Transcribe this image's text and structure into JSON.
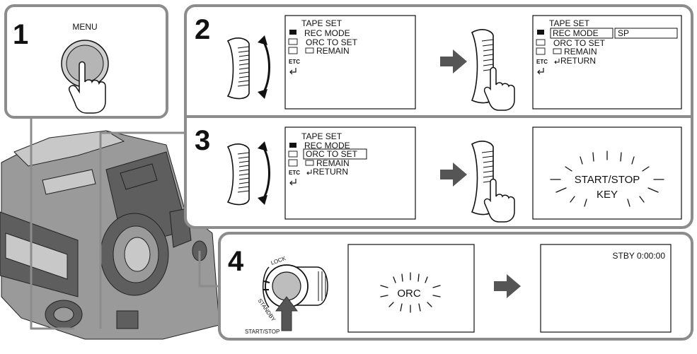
{
  "steps": {
    "s1": "1",
    "s2": "2",
    "s3": "3",
    "s4": "4"
  },
  "labels": {
    "menu": "MENU",
    "lock": "LOCK",
    "standby": "STANDBY",
    "start_stop": "START/STOP"
  },
  "menu_screen": {
    "title": "TAPE SET",
    "rec_mode": "REC MODE",
    "orc_to_set": "ORC TO SET",
    "remain": "REMAIN",
    "return": "RETURN",
    "etc": "ETC",
    "sp": "SP"
  },
  "messages": {
    "start_stop_line1": "START/STOP",
    "start_stop_line2": "KEY",
    "orc": "ORC",
    "stby": "STBY  0:00:00"
  },
  "icon_names": [
    "tape-icon",
    "orc-icon",
    "remain-icon",
    "return-icon",
    "arrow-right-icon",
    "finger-icon",
    "dial-icon"
  ]
}
